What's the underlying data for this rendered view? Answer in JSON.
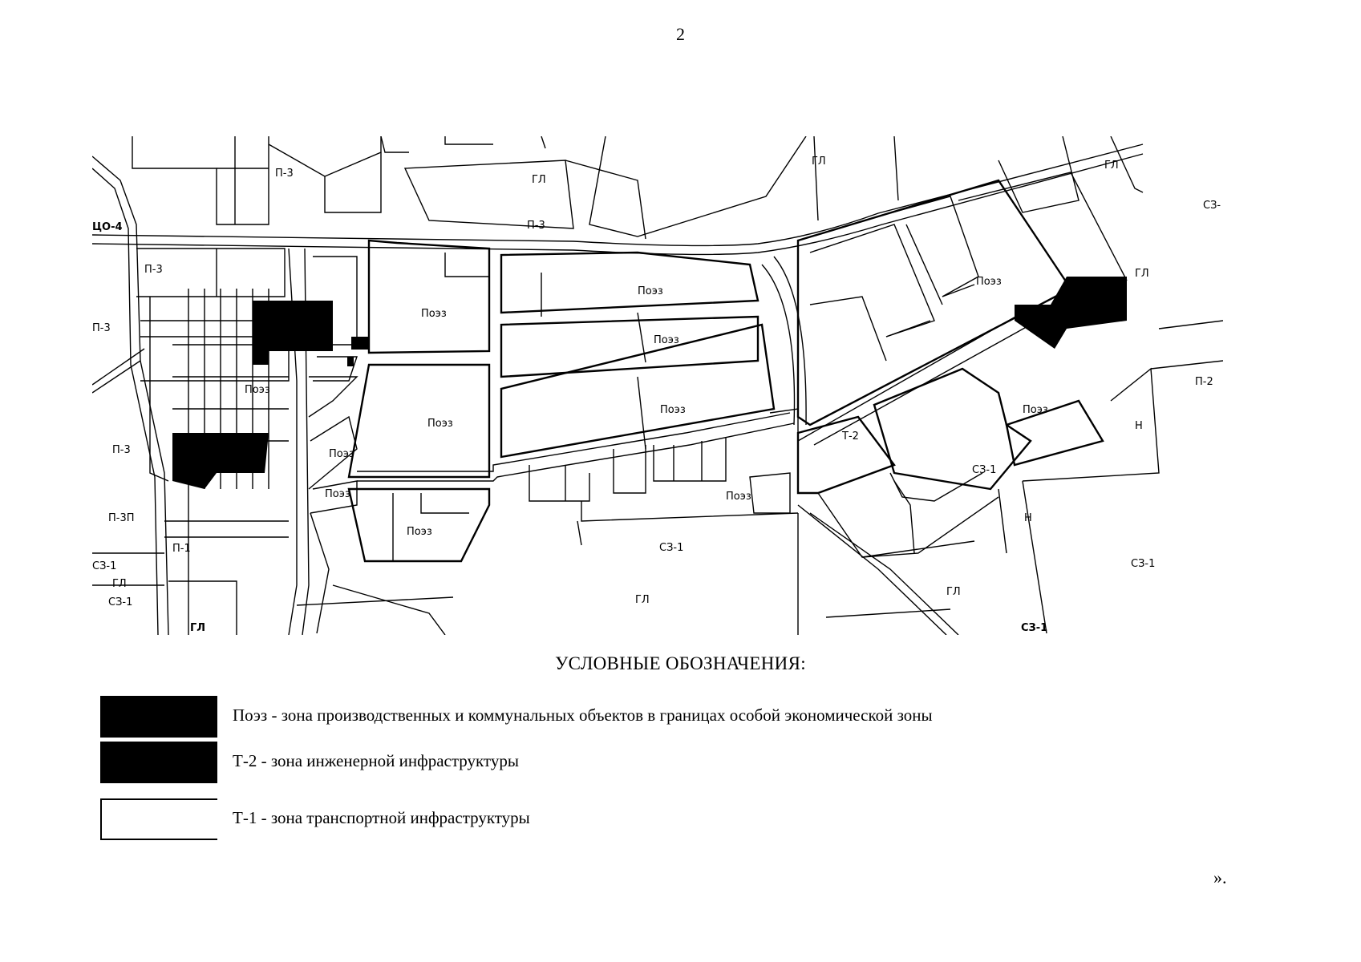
{
  "page_number": "2",
  "map": {
    "zone_labels": {
      "p3_a": "П-3",
      "co4": "ЦО-4",
      "p3_b": "П-3",
      "p3_c": "П-3",
      "p3_d": "П-3",
      "p3p": "П-3П",
      "p1": "П-1",
      "sz1_a": "СЗ-1",
      "gl_a": "ГЛ",
      "sz1_b": "СЗ-1",
      "gl_b": "ГЛ",
      "poez_1": "Поэз",
      "poez_2": "Поэз",
      "poez_3": "Поэз",
      "poez_4": "Поэз",
      "poez_5": "Поэз",
      "poez_6": "Поэз",
      "poez_7": "Поэз",
      "poez_8": "Поэз",
      "poez_9": "Поэз",
      "poez_10": "Поэз",
      "poez_11": "Поэз",
      "poez_12": "Поэз",
      "gl_top1": "ГЛ",
      "p3_top": "П-3",
      "gl_top2": "ГЛ",
      "gl_top3": "ГЛ",
      "sz_top": "СЗ-",
      "gl_right": "ГЛ",
      "t2": "Т-2",
      "p2": "П-2",
      "n_1": "Н",
      "sz1_c": "СЗ-1",
      "n_2": "Н",
      "sz1_d": "СЗ-1",
      "sz1_e": "СЗ-1",
      "gl_c": "ГЛ",
      "gl_d": "ГЛ",
      "sz1_f": "СЗ-1"
    }
  },
  "legend": {
    "title": "УСЛОВНЫЕ ОБОЗНАЧЕНИЯ:",
    "items": [
      {
        "label": "Поэз - зона производственных и коммунальных объектов в границах особой экономической зоны",
        "swatch": "#000000"
      },
      {
        "label": "Т-2 - зона инженерной инфраструктуры",
        "swatch": "#000000"
      },
      {
        "label": "Т-1 - зона транспортной инфраструктуры",
        "swatch": "#ffffff"
      }
    ]
  },
  "closing_mark": "»."
}
